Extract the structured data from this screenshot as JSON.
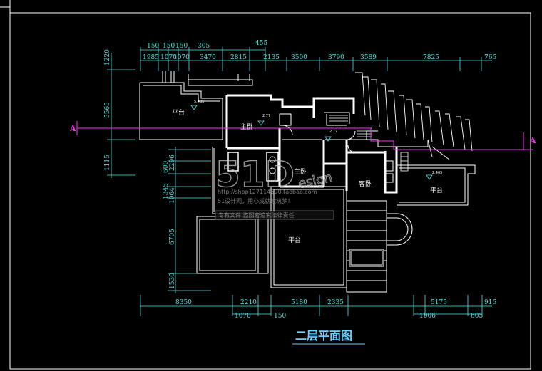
{
  "drawing": {
    "title": "二层平面图",
    "section_marker": "A",
    "dims_top_tier1": [
      "150",
      "150",
      "150",
      "305",
      "455"
    ],
    "dims_top_tier2": [
      "1985",
      "1070",
      "1070",
      "3470",
      "2815",
      "2135",
      "3500",
      "3790",
      "3589",
      "7825",
      "765"
    ],
    "dims_left_outer": [
      "1220",
      "5565",
      "1115"
    ],
    "dims_left_inner": [
      "2296",
      "600",
      "1345",
      "1064",
      "6705",
      "1530"
    ],
    "dims_bottom_main": [
      "8350",
      "2210",
      "5180",
      "2335",
      "5175",
      "915"
    ],
    "dims_bottom_sub": [
      "1070",
      "150",
      "1006",
      "605"
    ],
    "rooms": [
      "平台",
      "主卧",
      "主卧",
      "客卧",
      "平台",
      "平台"
    ],
    "levels": [
      "5.485",
      "2.77",
      "2.77",
      "2.465"
    ]
  },
  "watermark": {
    "logo": "51D",
    "logo_tail": "esign",
    "url": "http://shop127114690.taobao.com",
    "slogan": "51设计网，用心成就建筑梦！",
    "notice": "专有文件  盗图者追究法律责任"
  },
  "colors": {
    "background": "#000000",
    "wall": "#ffffff",
    "dimension": "#4fe3e3",
    "section_line": "#ff2bff",
    "title": "#6ad0ff",
    "frame": "#ffffff"
  }
}
